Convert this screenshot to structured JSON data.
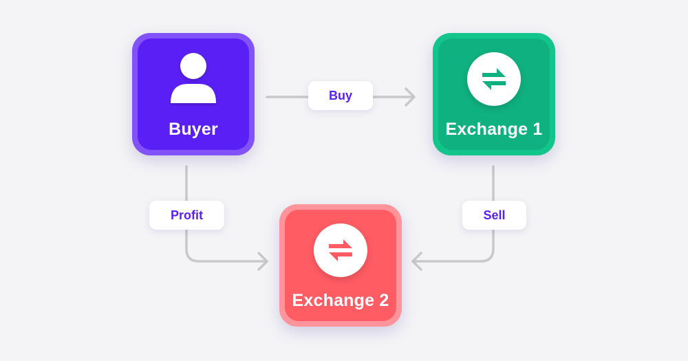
{
  "diagram": {
    "type": "flow",
    "background": "#f4f4f6",
    "nodes": [
      {
        "id": "buyer",
        "label": "Buyer",
        "icon": "user-icon",
        "color": "#5a1ff5",
        "border_color": "#8152f7"
      },
      {
        "id": "exchange1",
        "label": "Exchange 1",
        "icon": "swap-arrows-icon",
        "color": "#10b180",
        "border_color": "#12c58a"
      },
      {
        "id": "exchange2",
        "label": "Exchange 2",
        "icon": "swap-arrows-icon",
        "color": "#ff5c64",
        "border_color": "#ff959a"
      }
    ],
    "edges": [
      {
        "from": "buyer",
        "to": "exchange1",
        "label": "Buy"
      },
      {
        "from": "exchange1",
        "to": "exchange2",
        "label": "Sell"
      },
      {
        "from": "buyer",
        "to": "exchange2",
        "label": "Profit"
      }
    ],
    "edge_color": "#c8c8c8",
    "label_text_color": "#5a1ff5"
  }
}
